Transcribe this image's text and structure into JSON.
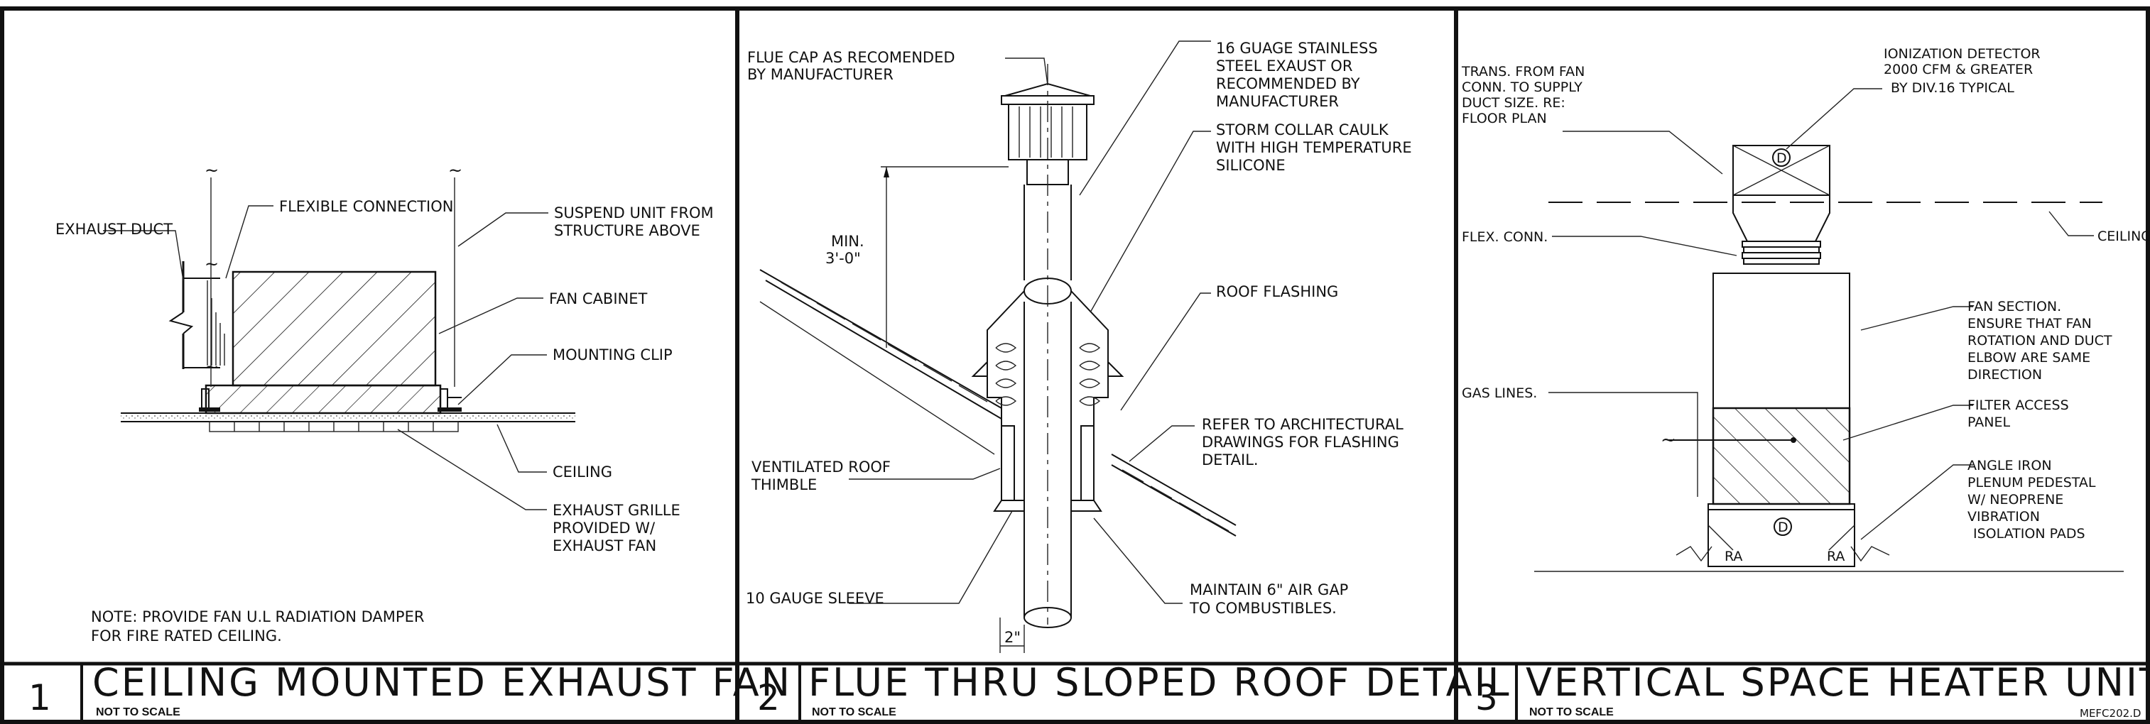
{
  "sheet": {
    "number": "MEFC202.D"
  },
  "details": [
    {
      "number": "1",
      "title": "CEILING MOUNTED EXHAUST FAN",
      "scale_note": "NOT TO SCALE",
      "labels": {
        "exhaust_duct": "EXHAUST DUCT",
        "flexible_connection": "FLEXIBLE CONNECTION",
        "suspend_1": "SUSPEND UNIT FROM",
        "suspend_2": "STRUCTURE ABOVE",
        "fan_cabinet": "FAN CABINET",
        "mounting_clip": "MOUNTING CLIP",
        "ceiling": "CEILING",
        "grille_1": "EXHAUST GRILLE",
        "grille_2": "PROVIDED W/",
        "grille_3": "EXHAUST FAN",
        "note_1": "NOTE: PROVIDE FAN U.L RADIATION DAMPER",
        "note_2": "FOR FIRE RATED CEILING."
      }
    },
    {
      "number": "2",
      "title": "FLUE THRU SLOPED ROOF DETAIL",
      "scale_note": "NOT TO SCALE",
      "labels": {
        "flue_cap_1": "FLUE CAP AS RECOMENDED",
        "flue_cap_2": "BY MANUFACTURER",
        "steel_1": "16 GUAGE STAINLESS",
        "steel_2": "STEEL EXAUST OR",
        "steel_3": "RECOMMENDED BY",
        "steel_4": "MANUFACTURER",
        "storm_1": "STORM COLLAR CAULK",
        "storm_2": "WITH HIGH TEMPERATURE",
        "storm_3": "SILICONE",
        "min_1": "MIN.",
        "min_2": "3'-0\"",
        "roof_flashing": "ROOF FLASHING",
        "refer_1": "REFER TO ARCHITECTURAL",
        "refer_2": "DRAWINGS FOR FLASHING",
        "refer_3": "DETAIL.",
        "thimble_1": "VENTILATED ROOF",
        "thimble_2": "THIMBLE",
        "sleeve": "10 GAUGE SLEEVE",
        "gap_1": "MAINTAIN 6\" AIR GAP",
        "gap_2": "TO COMBUSTIBLES.",
        "dim_2": "2\""
      }
    },
    {
      "number": "3",
      "title": "VERTICAL SPACE HEATER UNIT",
      "scale_note": "NOT TO SCALE",
      "labels": {
        "trans_1": "TRANS. FROM FAN",
        "trans_2": "CONN. TO SUPPLY",
        "trans_3": "DUCT SIZE. RE:",
        "trans_4": "FLOOR PLAN",
        "ion_1": "IONIZATION DETECTOR",
        "ion_2": "2000 CFM & GREATER",
        "ion_3": "BY DIV.16 TYPICAL",
        "ceiling": "CEILING",
        "flex": "FLEX. CONN.",
        "fan_1": "FAN SECTION.",
        "fan_2": "ENSURE THAT FAN",
        "fan_3": "ROTATION AND DUCT",
        "fan_4": "ELBOW ARE SAME",
        "fan_5": "DIRECTION",
        "filter_1": "FILTER ACCESS",
        "filter_2": "PANEL",
        "gas": "GAS LINES.",
        "angle_1": "ANGLE IRON",
        "angle_2": "PLENUM PEDESTAL",
        "angle_3": "W/ NEOPRENE",
        "angle_4": "VIBRATION",
        "angle_5": "ISOLATION PADS",
        "ra_left": "RA",
        "ra_right": "RA",
        "detector_symbol": "D"
      }
    }
  ]
}
